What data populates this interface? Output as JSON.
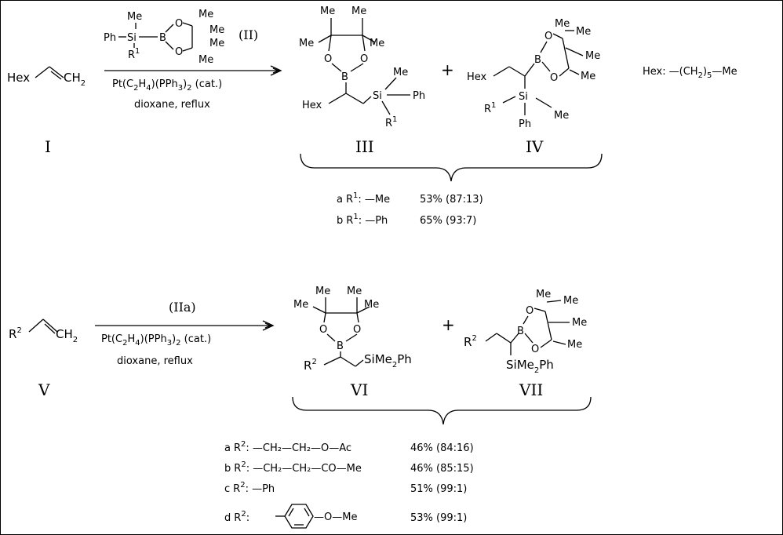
{
  "reaction1": {
    "substrate": {
      "id": "I",
      "hex": "Hex",
      "ch2": "CH",
      "ch2_sub": "2"
    },
    "reagent": {
      "id": "(II)",
      "me": "Me",
      "ph": "Ph",
      "si": "Si",
      "r": "R",
      "r_sup": "1",
      "b": "B",
      "o1": "O",
      "o2": "O",
      "me1": "Me",
      "me2": "Me",
      "me3": "Me",
      "me4": "Me"
    },
    "catalyst": {
      "p1": "Pt(C",
      "s1": "2",
      "p2": "H",
      "s2": "4",
      "p3": ")(PPh",
      "s3": "3",
      "p4": ")",
      "s4": "2",
      "p5": " (cat.)"
    },
    "solvent": "dioxane, reflux",
    "product_major": {
      "id": "III",
      "me1": "Me",
      "me2": "Me",
      "me3": "Me",
      "me4": "Me",
      "o1": "O",
      "o2": "O",
      "b": "B",
      "si": "Si",
      "me": "Me",
      "ph": "Ph",
      "r": "R",
      "r_sup": "1",
      "hex": "Hex"
    },
    "plus": "+",
    "product_minor": {
      "id": "IV",
      "hex": "Hex",
      "b": "B",
      "o1": "O",
      "o2": "O",
      "me1": "Me",
      "me2": "Me",
      "me3": "Me",
      "me4": "Me",
      "si": "Si",
      "r": "R",
      "r_sup": "1",
      "ph": "Ph",
      "me": "Me"
    },
    "hex_def": {
      "label": "Hex:",
      "dash": "—",
      "body": "(CH",
      "sub1": "2",
      "close": ")",
      "sub2": "5",
      "tail": "—Me"
    },
    "results": [
      {
        "letter": "a",
        "r": "R",
        "sup": "1",
        "group": ": —Me",
        "yield": "53% (87:13)"
      },
      {
        "letter": "b",
        "r": "R",
        "sup": "1",
        "group": ": —Ph",
        "yield": "65% (93:7)"
      }
    ]
  },
  "reaction2": {
    "substrate": {
      "id": "V",
      "r": "R",
      "r_sup": "2",
      "ch2": "CH",
      "ch2_sub": "2"
    },
    "reagent": {
      "id": "(IIa)"
    },
    "catalyst": {
      "p1": "Pt(C",
      "s1": "2",
      "p2": "H",
      "s2": "4",
      "p3": ")(PPh",
      "s3": "3",
      "p4": ")",
      "s4": "2",
      "p5": " (cat.)"
    },
    "solvent": "dioxane, reflux",
    "product_major": {
      "id": "VI",
      "me1": "Me",
      "me2": "Me",
      "me3": "Me",
      "me4": "Me",
      "o1": "O",
      "o2": "O",
      "b": "B",
      "r": "R",
      "r_sup": "2",
      "sime": "SiMe",
      "sime_sub": "2",
      "ph": "Ph"
    },
    "plus": "+",
    "product_minor": {
      "id": "VII",
      "r": "R",
      "r_sup": "2",
      "b": "B",
      "o1": "O",
      "o2": "O",
      "me1": "Me",
      "me2": "Me",
      "me3": "Me",
      "me4": "Me",
      "sime": "SiMe",
      "sime_sub": "2",
      "ph": "Ph"
    },
    "results": [
      {
        "letter": "a",
        "r": "R",
        "sup": "2",
        "group": ": —CH₂—CH₂—O—Ac",
        "yield": "46% (84:16)"
      },
      {
        "letter": "b",
        "r": "R",
        "sup": "2",
        "group": ": —CH₂—CH₂—CO—Me",
        "yield": "46% (85:15)"
      },
      {
        "letter": "c",
        "r": "R",
        "sup": "2",
        "group": ": —Ph",
        "yield": "51% (99:1)"
      },
      {
        "letter": "d",
        "r": "R",
        "sup": "2",
        "group": ":",
        "ome": "—O—Me",
        "yield": "53% (99:1)"
      }
    ]
  }
}
